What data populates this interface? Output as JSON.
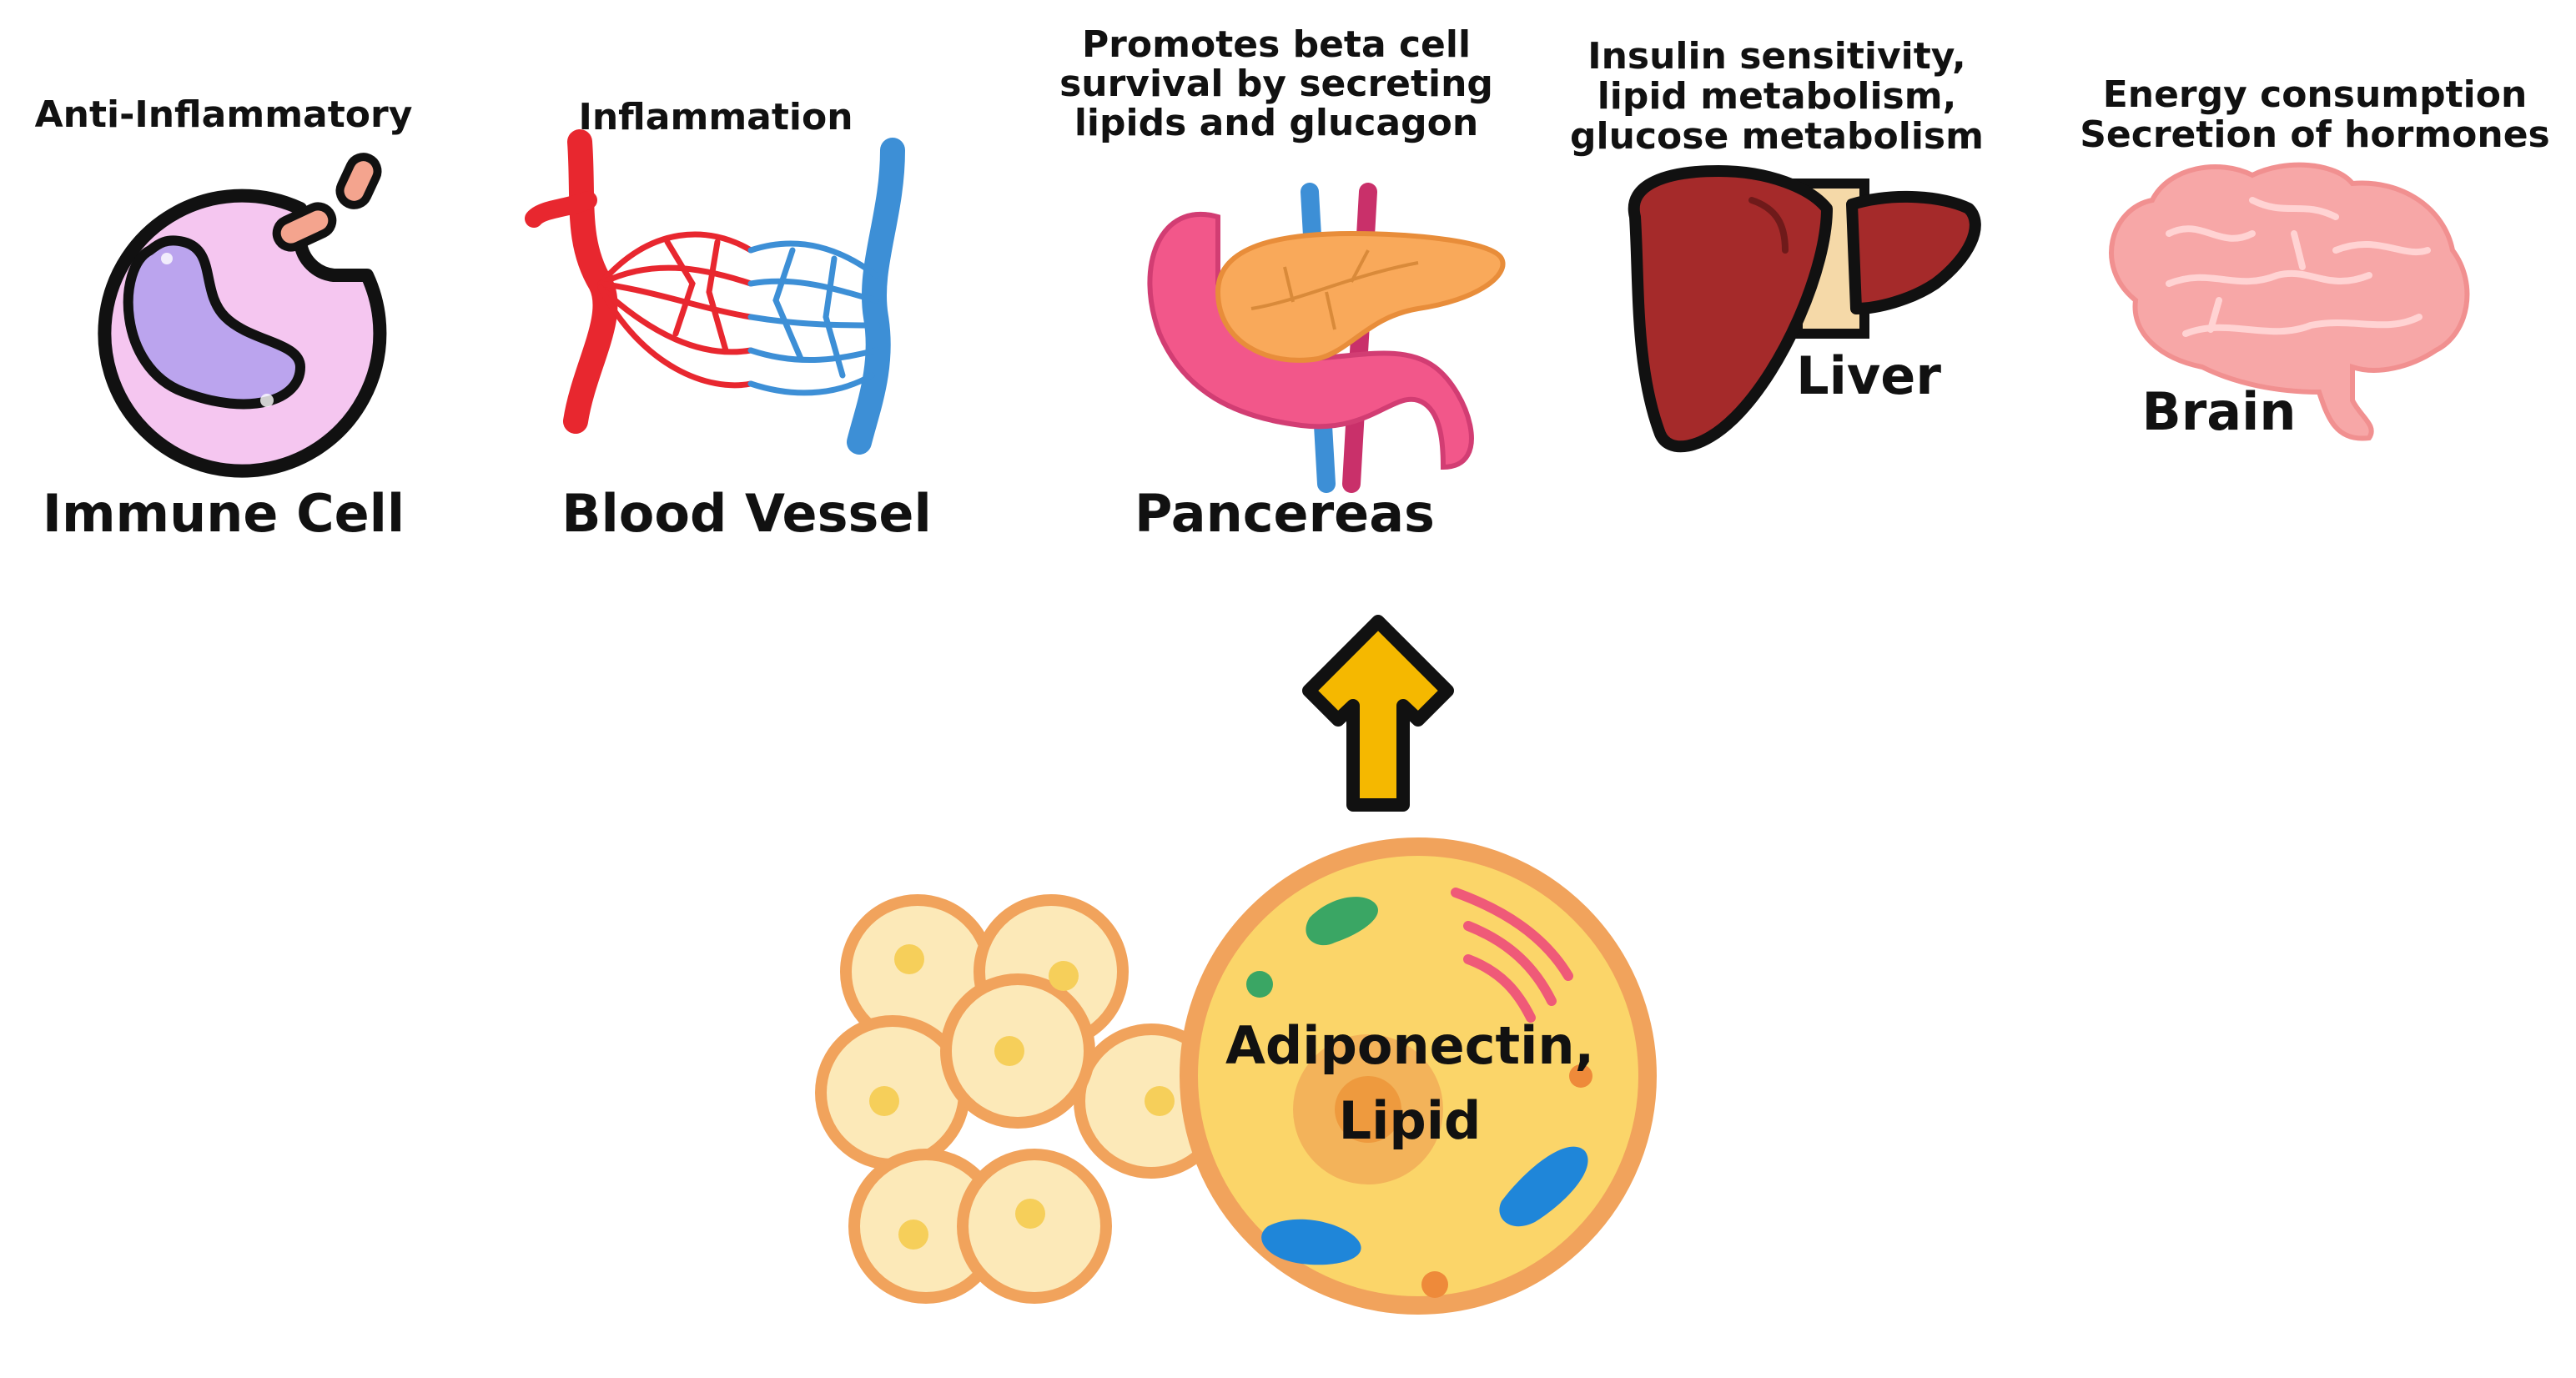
{
  "organs": [
    {
      "id": "immune-cell",
      "label": "Immune Cell",
      "description": [
        "Anti-Inflammatory"
      ]
    },
    {
      "id": "blood-vessel",
      "label": "Blood Vessel",
      "description": [
        "Inflammation"
      ]
    },
    {
      "id": "pancreas",
      "label": "Pancereas",
      "description": [
        "Promotes beta cell",
        "survival by secreting",
        "lipids and glucagon"
      ]
    },
    {
      "id": "liver",
      "label": "Liver",
      "description": [
        "Insulin sensitivity,",
        "lipid metabolism,",
        "glucose metabolism"
      ]
    },
    {
      "id": "brain",
      "label": "Brain",
      "description": [
        "Energy consumption",
        "Secretion of hormones"
      ]
    }
  ],
  "adipocyte": {
    "label_lines": [
      "Adiponectin,",
      "Lipid"
    ]
  },
  "colors": {
    "arrow_fill": "#f5b800",
    "outline": "#111111",
    "cell_fill": "#fbd569",
    "cell_border": "#f1a35c",
    "immune_fill": "#f5c6f0",
    "immune_nucleus": "#bba4ee",
    "artery": "#e8272f",
    "vein": "#3d8fd6",
    "pancreas_body": "#f9a95a",
    "pancreas_head": "#f2578a",
    "liver": "#a52a2a",
    "brain": "#f7a7a7"
  }
}
